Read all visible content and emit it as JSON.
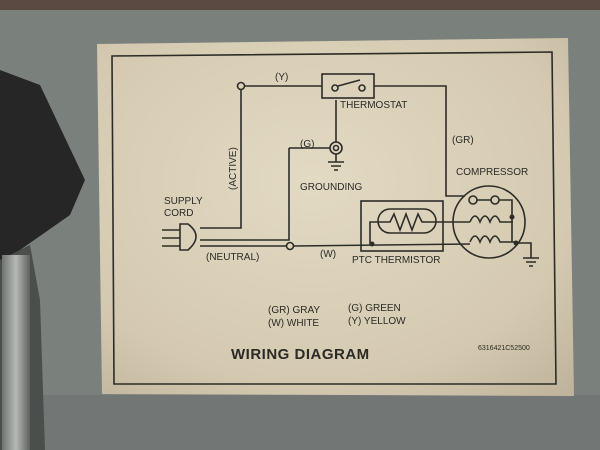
{
  "label": {
    "title": "WIRING DIAGRAM",
    "part_code": "6316421C52500",
    "components": {
      "thermostat": "THERMOSTAT",
      "grounding": "GROUNDING",
      "supply_cord": [
        "SUPPLY",
        "CORD"
      ],
      "compressor": "COMPRESSOR",
      "ptc_thermistor": "PTC THERMISTOR"
    },
    "wire_labels": {
      "yellow": "(Y)",
      "green": "(G)",
      "gray": "(GR)",
      "white": "(W)",
      "active": "(ACTIVE)",
      "neutral": "(NEUTRAL)"
    },
    "legend": [
      "(GR) GRAY",
      "(W) WHITE",
      "(G) GREEN",
      "(Y) YELLOW"
    ]
  },
  "colors": {
    "panel": "#7c837f",
    "paper": "#d9cfb8",
    "ink": "#2c2c28"
  }
}
